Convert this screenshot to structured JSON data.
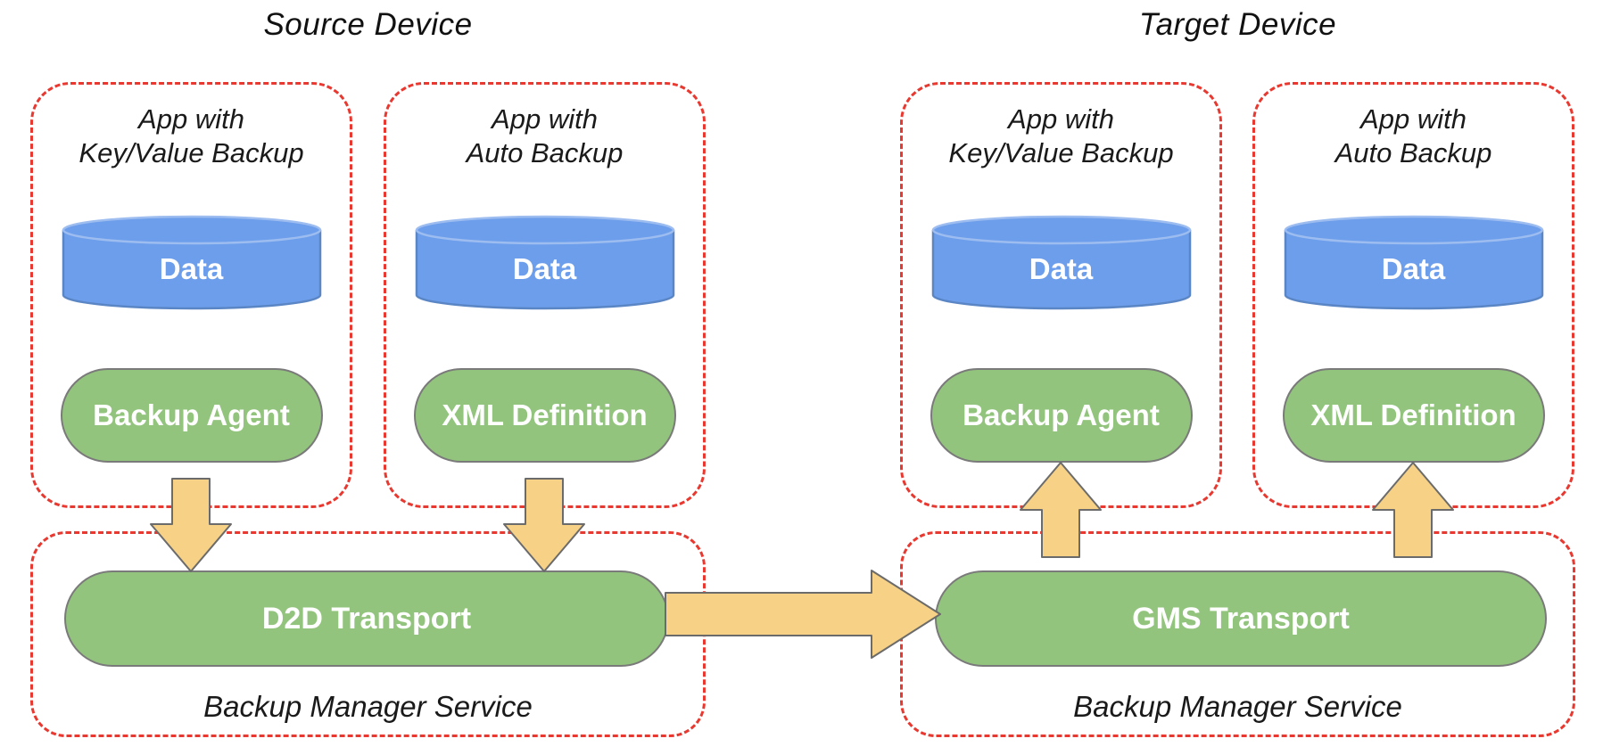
{
  "colors": {
    "box_border": "#e8382f",
    "cylinder_fill": "#6d9eeb",
    "cylinder_stroke": "#5b86c5",
    "cylinder_top_stroke": "#9dbdf0",
    "pill_fill": "#93c47d",
    "arrow_fill": "#f6d186",
    "arrow_stroke": "#6b6b6b",
    "label_text": "#ffffff"
  },
  "source": {
    "title": "Source Device",
    "apps": [
      {
        "title": "App with\nKey/Value Backup",
        "data_label": "Data",
        "component_label": "Backup Agent"
      },
      {
        "title": "App with\nAuto Backup",
        "data_label": "Data",
        "component_label": "XML Definition"
      }
    ],
    "service": {
      "transport_label": "D2D Transport",
      "caption": "Backup Manager Service"
    }
  },
  "target": {
    "title": "Target Device",
    "apps": [
      {
        "title": "App with\nKey/Value Backup",
        "data_label": "Data",
        "component_label": "Backup Agent"
      },
      {
        "title": "App with\nAuto Backup",
        "data_label": "Data",
        "component_label": "XML Definition"
      }
    ],
    "service": {
      "transport_label": "GMS Transport",
      "caption": "Backup Manager Service"
    }
  }
}
